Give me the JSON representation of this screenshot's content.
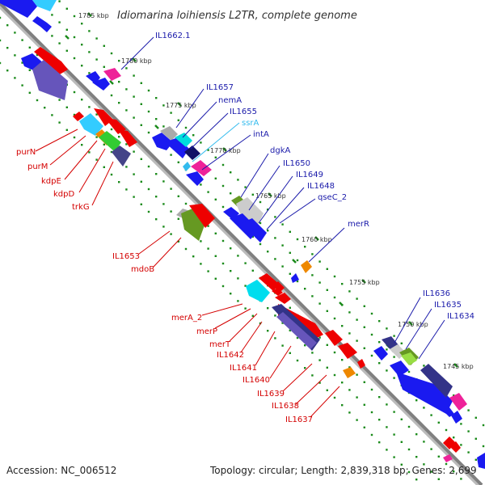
{
  "title": "Idiomarina loihiensis L2TR, complete genome",
  "accession": "Accession: NC_006512",
  "summary": "Topology: circular; Length: 2,839,318 bp; Genes: 2,699",
  "scale_labels": [
    "1785 kbp",
    "1780 kbp",
    "1775 kbp",
    "1770 kbp",
    "1765 kbp",
    "1760 kbp",
    "1755 kbp",
    "1750 kbp",
    "1745 kbp"
  ],
  "colors": {
    "backbone": "#808080",
    "tick": "#1a8a1a",
    "label_red": "#d40000",
    "label_blue": "#1a1aaa",
    "label_cyan": "#33bbee"
  },
  "labels": {
    "IL1662_1": "IL1662.1",
    "IL1657": "IL1657",
    "nemA": "nemA",
    "IL1655": "IL1655",
    "ssrA": "ssrA",
    "intA": "intA",
    "dgkA": "dgkA",
    "IL1650": "IL1650",
    "IL1649": "IL1649",
    "IL1648": "IL1648",
    "qseC_2": "qseC_2",
    "merR": "merR",
    "IL1636": "IL1636",
    "IL1635": "IL1635",
    "IL1634": "IL1634",
    "purN": "purN",
    "purM": "purM",
    "kdpE": "kdpE",
    "kdpD": "kdpD",
    "trkG": "trkG",
    "IL1653": "IL1653",
    "mdoB": "mdoB",
    "merA_2": "merA_2",
    "merP": "merP",
    "merT": "merT",
    "IL1642": "IL1642",
    "IL1641": "IL1641",
    "IL1640": "IL1640",
    "IL1639": "IL1639",
    "IL1638": "IL1638",
    "IL1637": "IL1637"
  }
}
